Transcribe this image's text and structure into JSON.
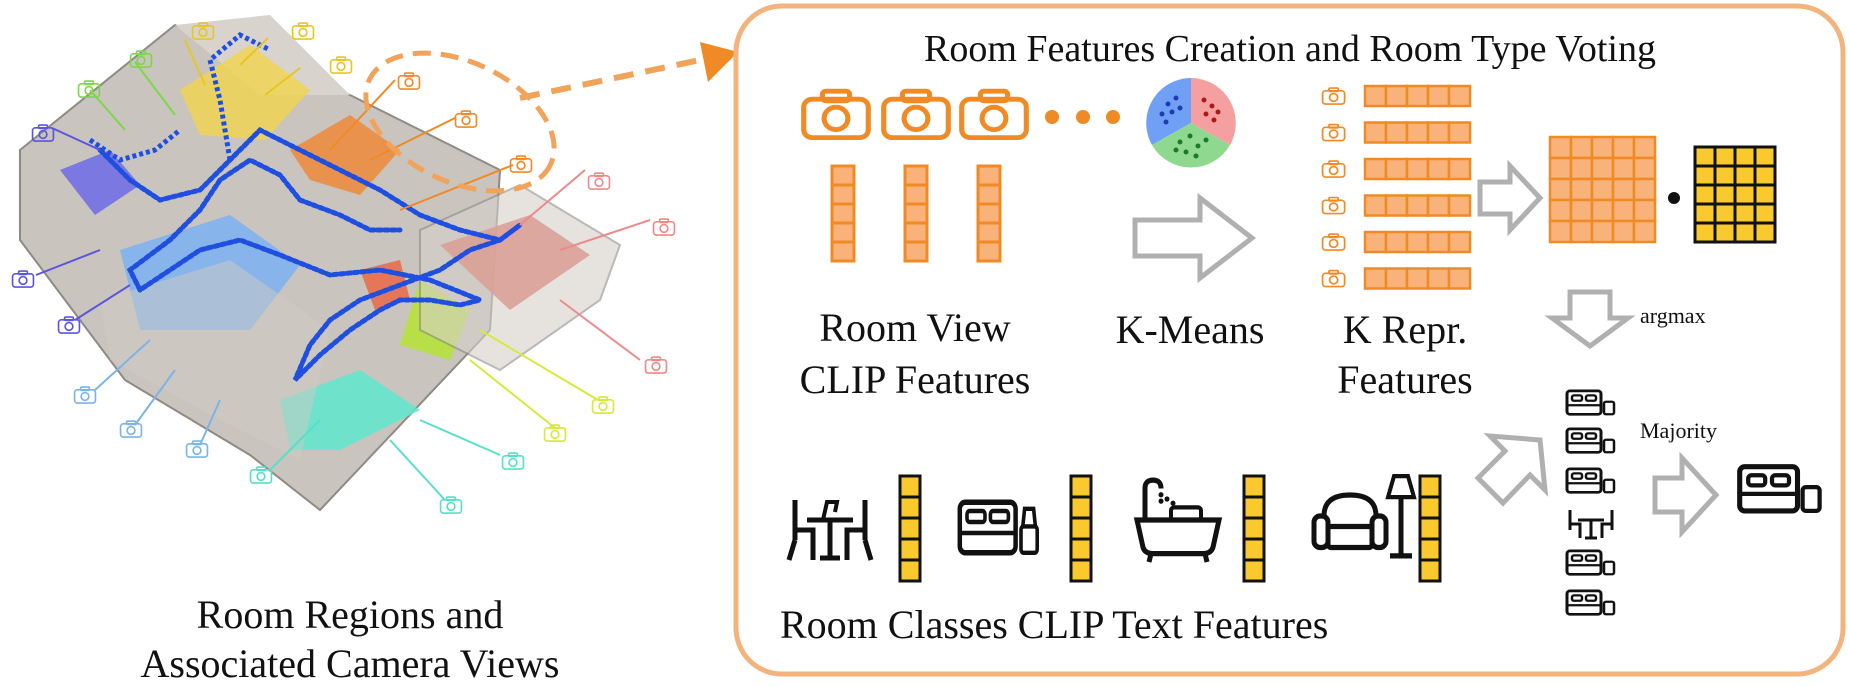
{
  "left_panel": {
    "caption_line1": "Room Regions and",
    "caption_line2": "Associated Camera Views"
  },
  "right_panel": {
    "title": "Room Features Creation and Room Type Voting",
    "room_view_line1": "Room View",
    "room_view_line2": "CLIP Features",
    "kmeans_label": "K-Means",
    "k_repr_line1": "K Repr.",
    "k_repr_line2": "Features",
    "argmax_label": "argmax",
    "majority_label": "Majority",
    "room_classes_label": "Room Classes CLIP Text Features"
  },
  "colors": {
    "orange": "#f08a24",
    "orange_fill": "#f9b27a",
    "panel_border": "#f2b47c",
    "yellow_fill": "#f9c92e",
    "path_blue": "#1f4fe0",
    "arrow_gray": "#b0b0b0",
    "cluster_blue": "#6fa0f5",
    "cluster_red": "#f5a0a0",
    "cluster_green": "#8fd88f"
  },
  "icons": [
    "camera-icon",
    "dining-table-icon",
    "bed-icon",
    "bathtub-icon",
    "armchair-lamp-icon",
    "room-type-bed-icon"
  ]
}
